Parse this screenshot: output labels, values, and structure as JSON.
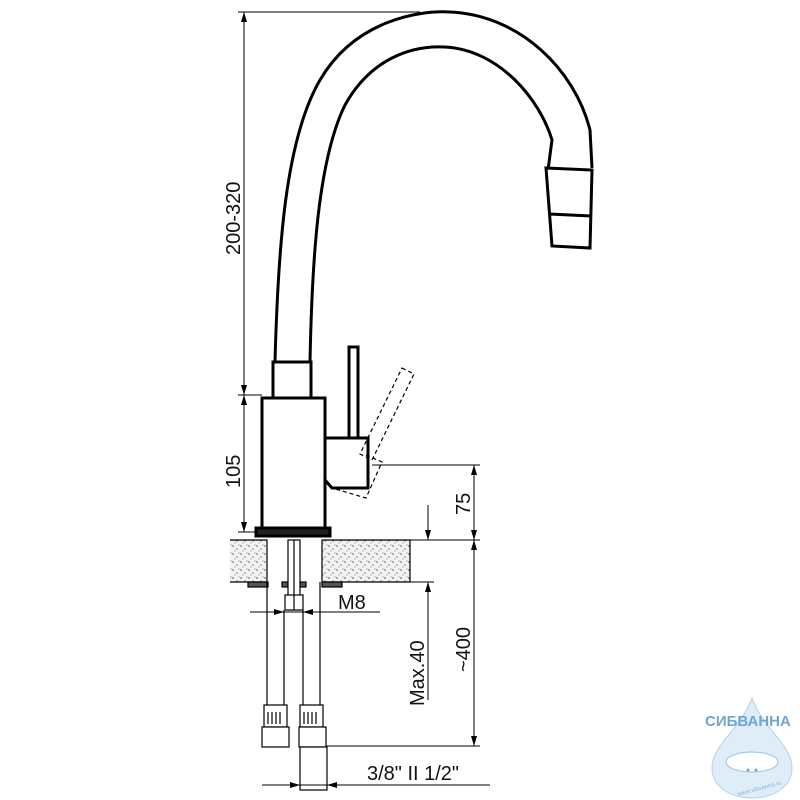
{
  "dimensions": {
    "spout_height": "200-320",
    "body_height": "105",
    "handle_height": "75",
    "thread": "M8",
    "max_countertop": "Max.40",
    "hose_length": "~400",
    "connection": "3/8\" II 1/2\""
  },
  "logo": {
    "brand": "СИБВАННА",
    "url": "www.sibvanna.ru",
    "color": "#4a8fc9"
  }
}
